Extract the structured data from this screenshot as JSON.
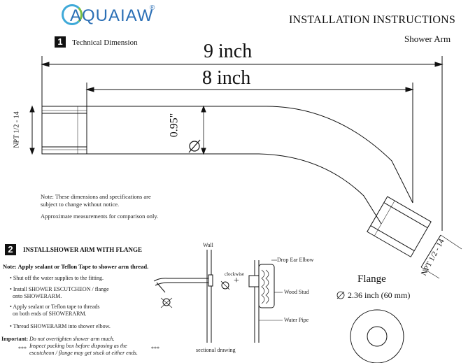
{
  "brand": {
    "logo_text": "AQUAIAW",
    "registered": "®"
  },
  "header": {
    "title": "INSTALLATION INSTRUCTIONS",
    "subtitle": "Shower Arm"
  },
  "section1": {
    "number": "1",
    "title": "Technical Dimension",
    "overall_length": "9 inch",
    "pipe_length": "8 inch",
    "diameter": "0.95\"",
    "thread_left": "NPT 1/2 - 14",
    "thread_right": "NPT 1/2 - 14",
    "note_line1": "Note: These dimensions and specifications are",
    "note_line2": "subject to change without notice.",
    "note_line3": "Approximate measurements for comparison only."
  },
  "section2": {
    "number": "2",
    "title": "INSTALLSHOWER ARM WITH FLANGE",
    "sealant_note": "Note: Apply sealant or Teflon Tape to shower arm thread.",
    "steps": [
      [
        "Shut off the water supplies to the fitting."
      ],
      [
        "Install SHOWER ESCUTCHEON / flange",
        "onto SHOWERARM."
      ],
      [
        "Apply sealant or Teflon tape to threads",
        "on both ends of SHOWERARM."
      ],
      [
        "Thread SHOWERARM into shower elbow."
      ]
    ],
    "important_label": "Important:",
    "important_line1": "Do not overtighten shower arm much.",
    "important_line2": "Inspect packing box before disposing as the",
    "important_line3": "escutcheon / flange may get stuck at either ends.",
    "stars": "***"
  },
  "drawing": {
    "wall": "Wall",
    "clockwise": "clockwise",
    "plus": "+",
    "drop_ear_elbow": "Drop Ear Elbow",
    "wood_stud": "Wood Stud",
    "water_pipe": "Water Pipe",
    "caption": "sectional drawing"
  },
  "flange": {
    "label": "Flange",
    "dimension": "2.36 inch (60 mm)"
  }
}
